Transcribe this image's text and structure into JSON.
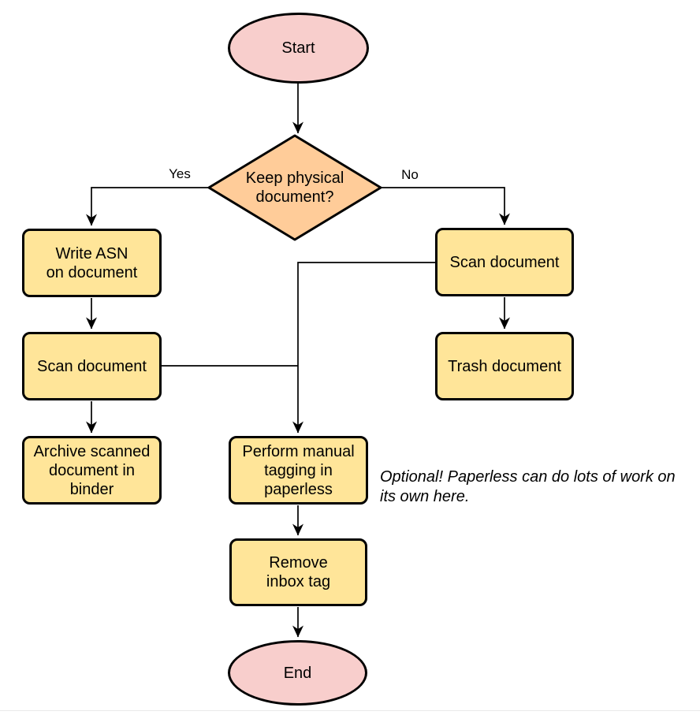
{
  "nodes": {
    "start": {
      "label": "Start"
    },
    "decision": {
      "label": "Keep physical\ndocument?"
    },
    "write_asn": {
      "label": "Write ASN\non document"
    },
    "scan_left": {
      "label": "Scan document"
    },
    "archive": {
      "label": "Archive scanned\ndocument in\nbinder"
    },
    "scan_right": {
      "label": "Scan document"
    },
    "trash": {
      "label": "Trash document"
    },
    "perform_tagging": {
      "label": "Perform manual\ntagging in\npaperless"
    },
    "remove_inbox": {
      "label": "Remove\ninbox tag"
    },
    "end": {
      "label": "End"
    }
  },
  "edge_labels": {
    "yes": "Yes",
    "no": "No"
  },
  "note": {
    "text": "Optional! Paperless can do lots of work on\nits own here."
  },
  "colors": {
    "terminator_fill": "#F8CECC",
    "process_fill": "#FFE599",
    "decision_fill": "#FFCC99",
    "stroke": "#000000",
    "background": "#FFFFFF"
  }
}
